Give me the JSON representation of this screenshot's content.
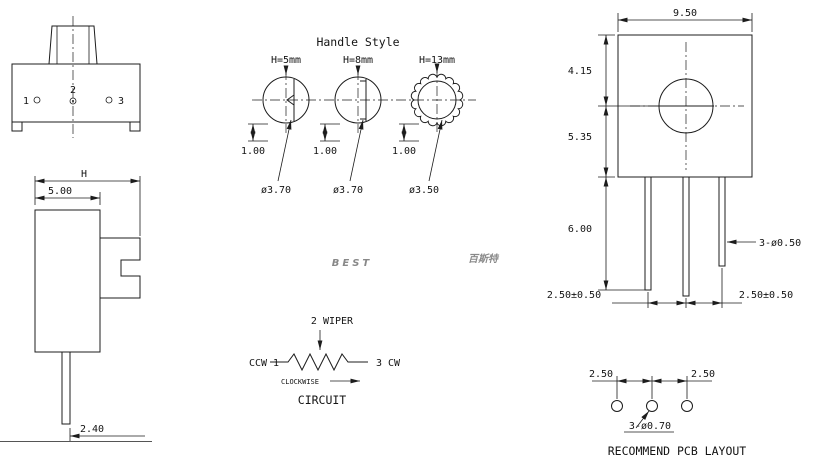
{
  "watermark": {
    "latin": "BEST",
    "cjk": "百斯特",
    "color": "#a9c5e6"
  },
  "front_view": {
    "pin1": "1",
    "pin2": "2",
    "pin3": "3"
  },
  "side_view": {
    "dim_height": "H",
    "dim_width": "5.00",
    "dim_pin_offset": "2.40"
  },
  "handle_style": {
    "title": "Handle Style",
    "handles": [
      {
        "height": "H=5mm",
        "slot_depth": "1.00",
        "diameter": "ø3.70"
      },
      {
        "height": "H=8mm",
        "slot_depth": "1.00",
        "diameter": "ø3.70"
      },
      {
        "height": "H=13mm",
        "slot_depth": "1.00",
        "diameter": "ø3.50"
      }
    ]
  },
  "right_view": {
    "dim_width": "9.50",
    "dim_top": "4.15",
    "dim_mid": "5.35",
    "dim_pin_length": "6.00",
    "dim_pin_diameter": "3-ø0.50",
    "dim_pitch_left": "2.50±0.50",
    "dim_pitch_right": "2.50±0.50"
  },
  "circuit": {
    "wiper": "2 WIPER",
    "ccw": "CCW 1",
    "cw": "3 CW",
    "rotation": "CLOCKWISE",
    "title": "CIRCUIT"
  },
  "pcb": {
    "dim_left": "2.50",
    "dim_right": "2.50",
    "hole_diameter": "3-ø0.70",
    "title": "RECOMMEND PCB LAYOUT"
  }
}
